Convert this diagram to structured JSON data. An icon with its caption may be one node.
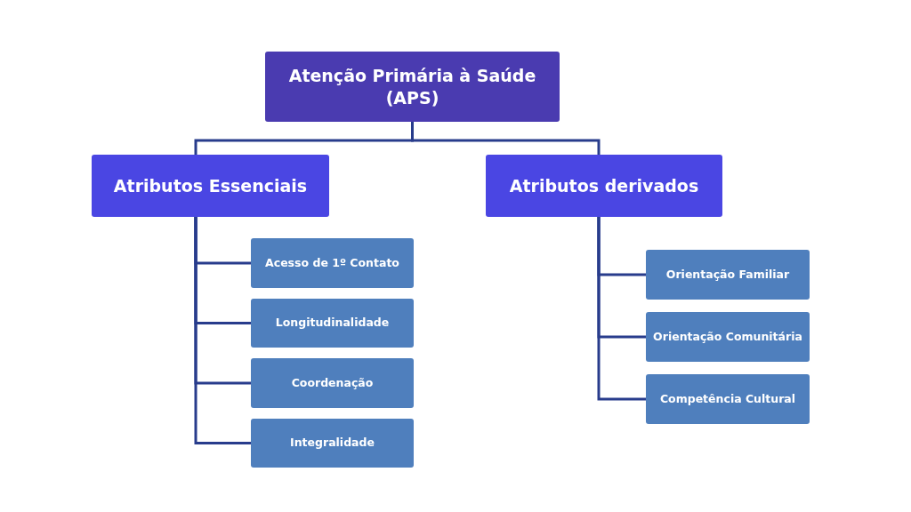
{
  "diagram": {
    "nodes": [
      {
        "text": [
          "Atenção Primária à Saúde (APS)"
        ]
      },
      {
        "text": [
          "Atributos Essenciais"
        ]
      },
      {
        "text": [
          "Atributos derivados"
        ]
      },
      {
        "text": [
          "Acesso de 1º Contato"
        ]
      },
      {
        "text": [
          "Longitudinalidade"
        ]
      },
      {
        "text": [
          "Coordenação"
        ]
      },
      {
        "text": [
          "Integralidade"
        ]
      },
      {
        "text": [
          "Orientação Familiar"
        ]
      },
      {
        "text": [
          "Orientação Comunitária"
        ]
      },
      {
        "text": [
          "Competência Cultural"
        ]
      }
    ],
    "edges": [
      {
        "from": 0,
        "to": 1,
        "arrow": "none"
      },
      {
        "from": 0,
        "to": 2,
        "arrow": "none"
      },
      {
        "from": 1,
        "to": 3,
        "arrow": "none"
      },
      {
        "from": 1,
        "to": 4,
        "arrow": "none"
      },
      {
        "from": 1,
        "to": 5,
        "arrow": "none"
      },
      {
        "from": 1,
        "to": 6,
        "arrow": "none"
      },
      {
        "from": 2,
        "to": 7,
        "arrow": "none"
      },
      {
        "from": 2,
        "to": 8,
        "arrow": "none"
      },
      {
        "from": 2,
        "to": 9,
        "arrow": "none"
      }
    ]
  }
}
